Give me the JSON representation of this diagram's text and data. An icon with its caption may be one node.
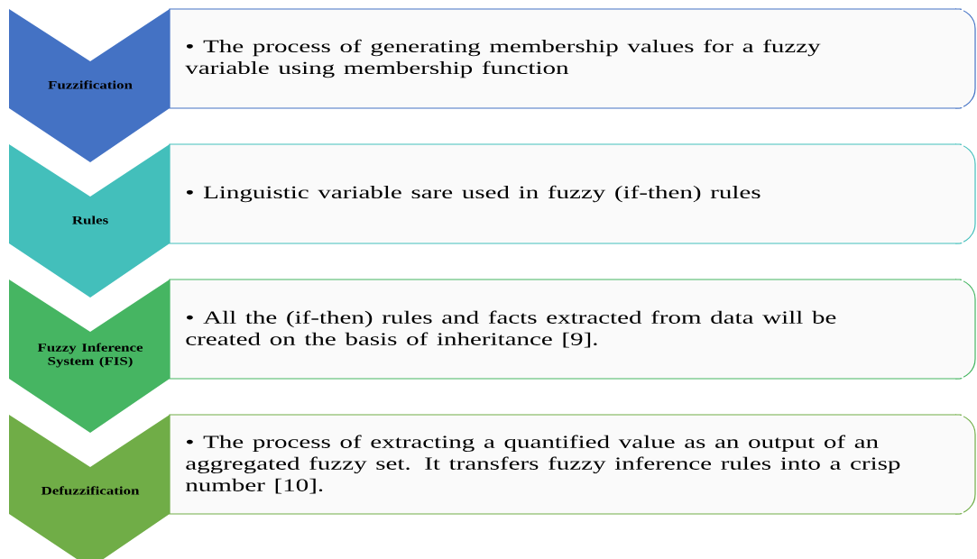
{
  "diagram": {
    "nodes": [
      {
        "text": [
          "Fuzzification"
        ]
      },
      {
        "text": [
          "• The process of generating membership values for a fuzzy variable using membership function"
        ]
      },
      {
        "text": [
          "Rules"
        ]
      },
      {
        "text": [
          "• Linguistic variable sare used in fuzzy (if-then) rules"
        ]
      },
      {
        "text": [
          "Fuzzy Inference System (FIS)"
        ]
      },
      {
        "text": [
          "• All the (if-then) rules and facts extracted from data will be created on the basis of inheritance [9]."
        ]
      },
      {
        "text": [
          "Defuzzification"
        ]
      },
      {
        "text": [
          "• The process of extracting a quantified value as an output of an aggregated fuzzy set. It transfers fuzzy inference rules into a crisp number [10]."
        ]
      }
    ]
  }
}
